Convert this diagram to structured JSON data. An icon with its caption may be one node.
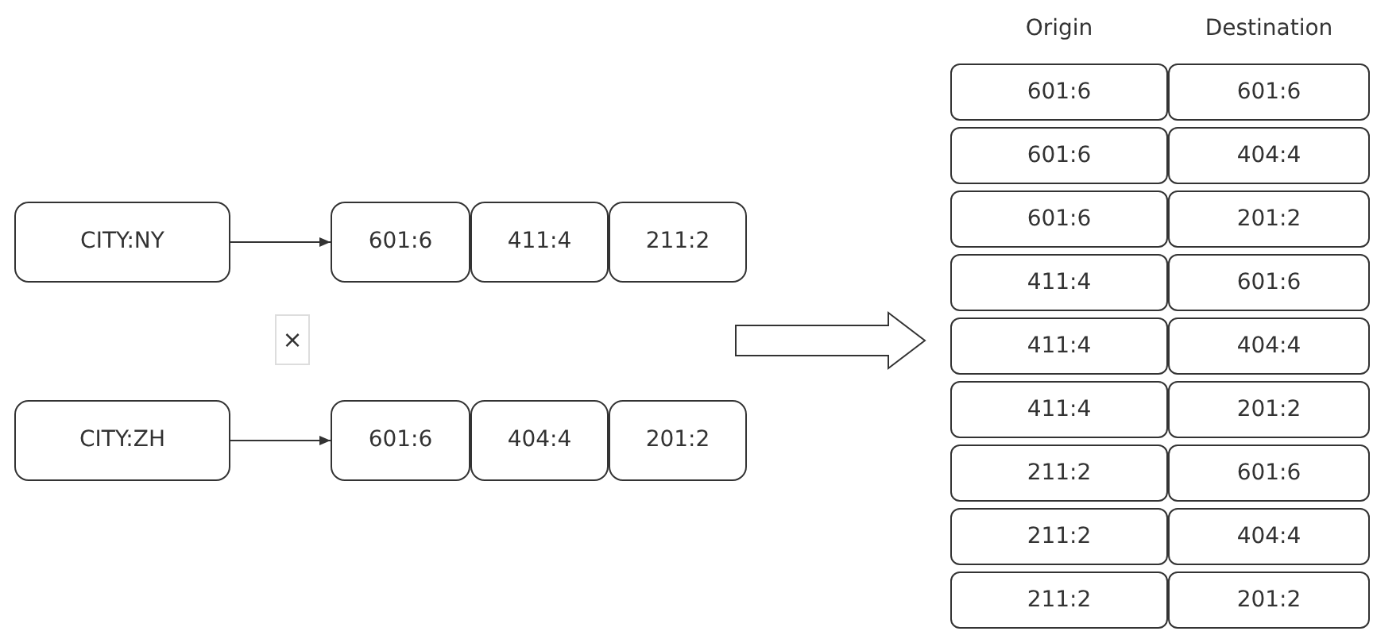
{
  "diagram": {
    "nodes": [
      {
        "text": [
          "CITY:NY"
        ]
      },
      {
        "text": [
          "601:6"
        ]
      },
      {
        "text": [
          "411:4"
        ]
      },
      {
        "text": [
          "211:2"
        ]
      },
      {
        "text": [
          "CITY:ZH"
        ]
      },
      {
        "text": [
          "601:6"
        ]
      },
      {
        "text": [
          "404:4"
        ]
      },
      {
        "text": [
          "201:2"
        ]
      },
      {
        "text": [
          "×"
        ]
      },
      {
        "text": [
          "601:6"
        ]
      },
      {
        "text": [
          "601:6"
        ]
      },
      {
        "text": [
          "601:6"
        ]
      },
      {
        "text": [
          "404:4"
        ]
      },
      {
        "text": [
          "601:6"
        ]
      },
      {
        "text": [
          "201:2"
        ]
      },
      {
        "text": [
          "411:4"
        ]
      },
      {
        "text": [
          "601:6"
        ]
      },
      {
        "text": [
          "411:4"
        ]
      },
      {
        "text": [
          "404:4"
        ]
      },
      {
        "text": [
          "411:4"
        ]
      },
      {
        "text": [
          "201:2"
        ]
      },
      {
        "text": [
          "211:2"
        ]
      },
      {
        "text": [
          "601:6"
        ]
      },
      {
        "text": [
          "211:2"
        ]
      },
      {
        "text": [
          "404:4"
        ]
      },
      {
        "text": [
          "211:2"
        ]
      },
      {
        "text": [
          "201:2"
        ]
      }
    ],
    "edges": [
      {
        "from": 0,
        "to": 1,
        "arrow": "to"
      },
      {
        "from": 4,
        "to": 5,
        "arrow": "to"
      }
    ],
    "labels": [
      "Origin",
      "Destination"
    ]
  }
}
